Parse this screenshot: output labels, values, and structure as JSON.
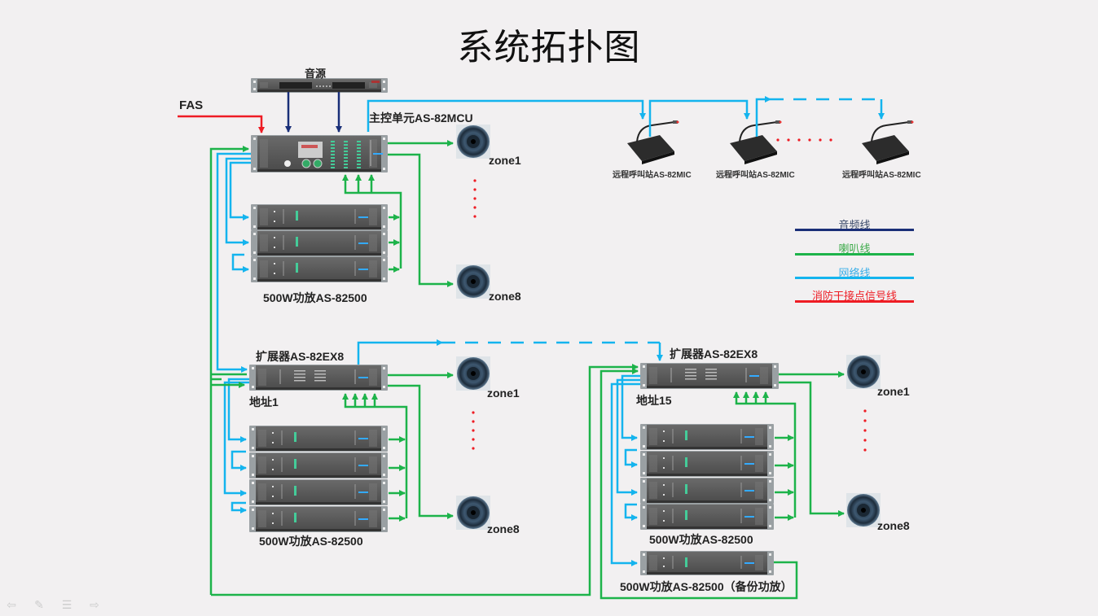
{
  "title": "系统拓扑图",
  "colors": {
    "audio_line": "#1a2f78",
    "speaker_line": "#1db34a",
    "network_line": "#14b4ee",
    "fire_line": "#ee1c24",
    "background": "#f2f0f1"
  },
  "labels": {
    "audio_source": "音源",
    "fas": "FAS",
    "mcu": "主控单元AS-82MCU",
    "mic_1": "远程呼叫站AS-82MIC",
    "mic_2": "远程呼叫站AS-82MIC",
    "mic_3": "远程呼叫站AS-82MIC",
    "amp_group_1": "500W功放AS-82500",
    "amp_group_2": "500W功放AS-82500",
    "amp_group_3": "500W功放AS-82500",
    "backup_amp": "500W功放AS-82500（备份功放）",
    "expander_1": "扩展器AS-82EX8",
    "expander_1_addr": "地址1",
    "expander_2": "扩展器AS-82EX8",
    "expander_2_addr": "地址15",
    "zones": {
      "g1_first": "zone1",
      "g1_last": "zone8",
      "g2_first": "zone1",
      "g2_last": "zone8",
      "g3_first": "zone1",
      "g3_last": "zone8"
    }
  },
  "legend": [
    {
      "label": "音频线",
      "type": "audio"
    },
    {
      "label": "喇叭线",
      "type": "speaker"
    },
    {
      "label": "网络线",
      "type": "network"
    },
    {
      "label": "消防干接点信号线",
      "type": "fire"
    }
  ],
  "nav": {
    "prev": "⇦",
    "pen": "✎",
    "menu": "☰",
    "next": "⇨"
  }
}
